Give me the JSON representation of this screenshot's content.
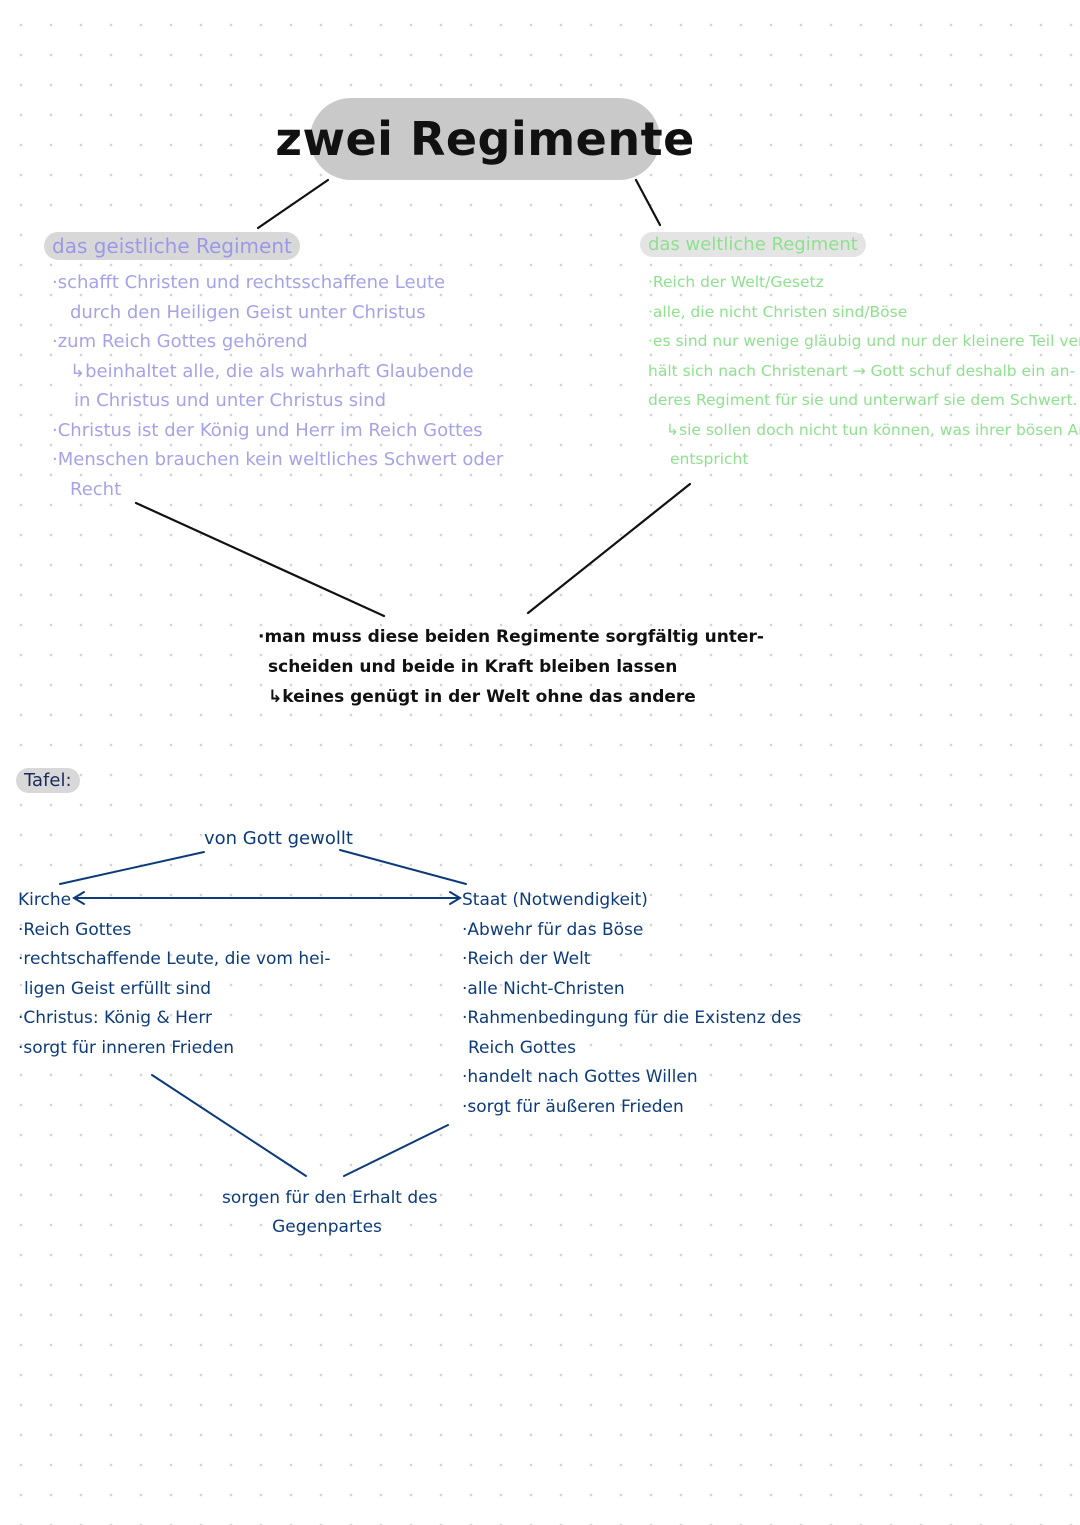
{
  "title": "zwei Regimente",
  "spiritual": {
    "heading": "das geistliche Regiment",
    "lines": [
      "·schafft Christen und rechtsschaffene Leute",
      "durch den Heiligen Geist unter Christus",
      "·zum Reich Gottes gehörend",
      "↳beinhaltet alle, die als wahrhaft Glaubende",
      "in Christus und unter Christus sind",
      "·Christus ist der König und Herr im Reich Gottes",
      "·Menschen brauchen kein weltliches Schwert oder",
      "Recht"
    ]
  },
  "worldly": {
    "heading": "das weltliche Regiment",
    "lines": [
      "·Reich der Welt/Gesetz",
      "·alle, die nicht Christen sind/Böse",
      "·es sind nur wenige gläubig und nur der kleinere Teil ver-",
      "hält sich nach Christenart → Gott schuf deshalb ein an-",
      "deres Regiment für sie und unterwarf sie dem Schwert.",
      "↳sie sollen doch nicht tun können, was ihrer bösen Art",
      "entspricht"
    ]
  },
  "middle": {
    "lines": [
      "·man muss diese beiden Regimente sorgfältig unter-",
      "scheiden und beide in Kraft bleiben lassen",
      "↳keines genügt in der Welt ohne das andere"
    ]
  },
  "tafel": {
    "label": "Tafel:",
    "top_label": "von Gott gewollt",
    "kirche": {
      "lines": [
        "Kirche",
        "·Reich Gottes",
        "·rechtschaffende Leute, die vom hei-",
        "ligen Geist erfüllt sind",
        "·Christus: König & Herr",
        "·sorgt für inneren Frieden"
      ]
    },
    "staat": {
      "lines": [
        "Staat (Notwendigkeit)",
        "·Abwehr für das Böse",
        "·Reich der Welt",
        "·alle Nicht-Christen",
        "·Rahmenbedingung für die Existenz des",
        "Reich Gottes",
        "·handelt nach Gottes Willen",
        "·sorgt für äußeren Frieden"
      ]
    },
    "conclusion": [
      "sorgen für den Erhalt des",
      "Gegenpartes"
    ]
  }
}
